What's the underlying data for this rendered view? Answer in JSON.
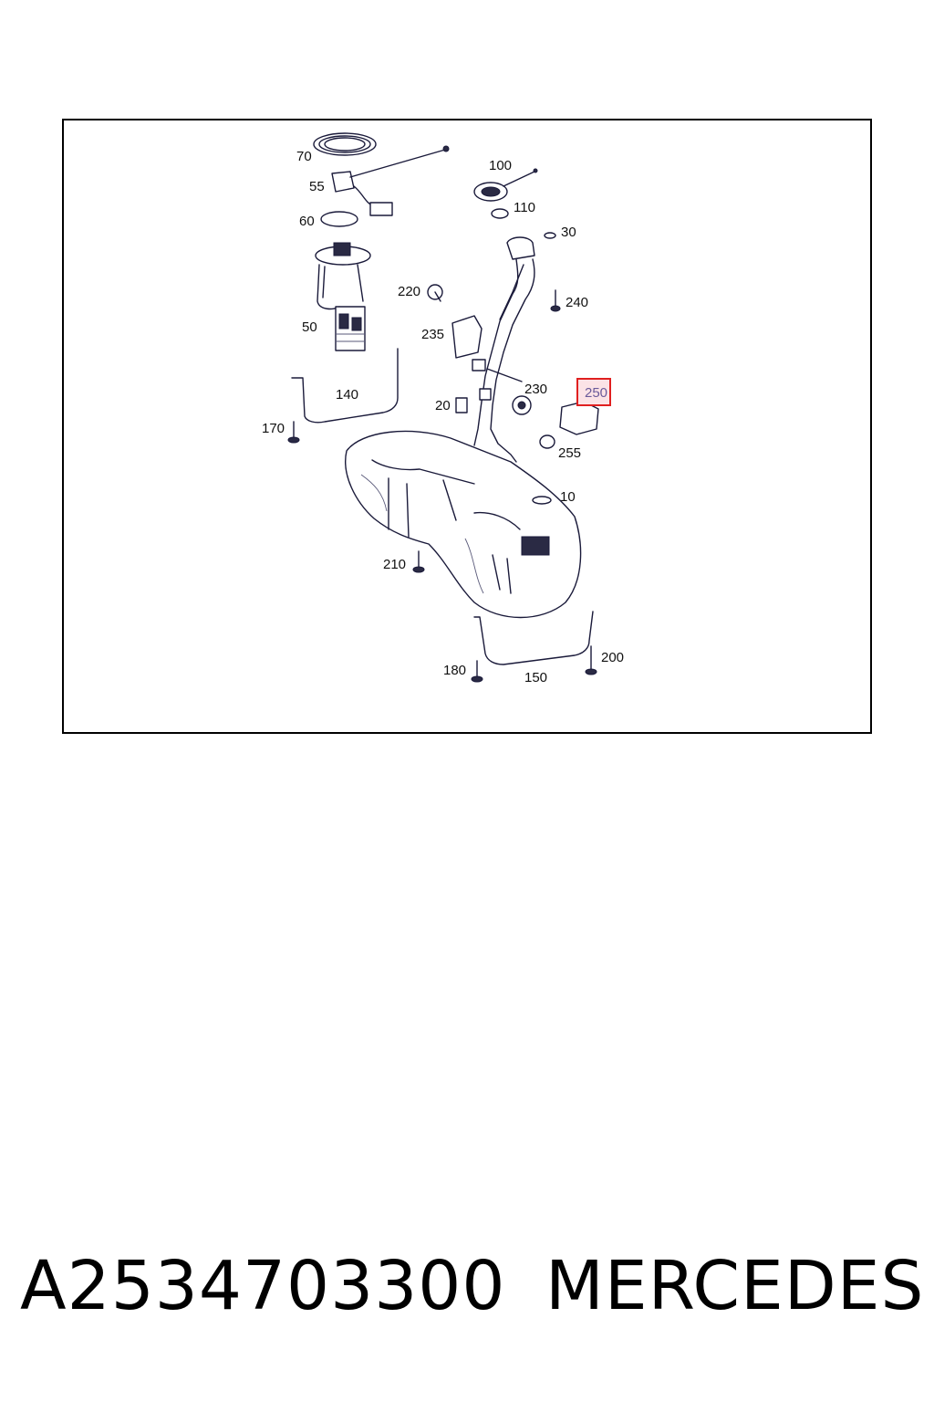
{
  "diagram": {
    "callouts": [
      {
        "id": "c70",
        "label": "70"
      },
      {
        "id": "c55",
        "label": "55"
      },
      {
        "id": "c60",
        "label": "60"
      },
      {
        "id": "c50",
        "label": "50"
      },
      {
        "id": "c100",
        "label": "100"
      },
      {
        "id": "c110",
        "label": "110"
      },
      {
        "id": "c30",
        "label": "30"
      },
      {
        "id": "c220",
        "label": "220"
      },
      {
        "id": "c240",
        "label": "240"
      },
      {
        "id": "c235",
        "label": "235"
      },
      {
        "id": "c230",
        "label": "230"
      },
      {
        "id": "c250",
        "label": "250",
        "highlighted": true
      },
      {
        "id": "c140",
        "label": "140"
      },
      {
        "id": "c20",
        "label": "20"
      },
      {
        "id": "c170",
        "label": "170"
      },
      {
        "id": "c255",
        "label": "255"
      },
      {
        "id": "c10",
        "label": "10"
      },
      {
        "id": "c210",
        "label": "210"
      },
      {
        "id": "c180",
        "label": "180"
      },
      {
        "id": "c200",
        "label": "200"
      },
      {
        "id": "c150",
        "label": "150"
      }
    ],
    "highlight_color": "#e02020",
    "highlight_fill": "#fbe3e6"
  },
  "footer": {
    "part_number": "A2534703300",
    "brand": "MERCEDES"
  }
}
